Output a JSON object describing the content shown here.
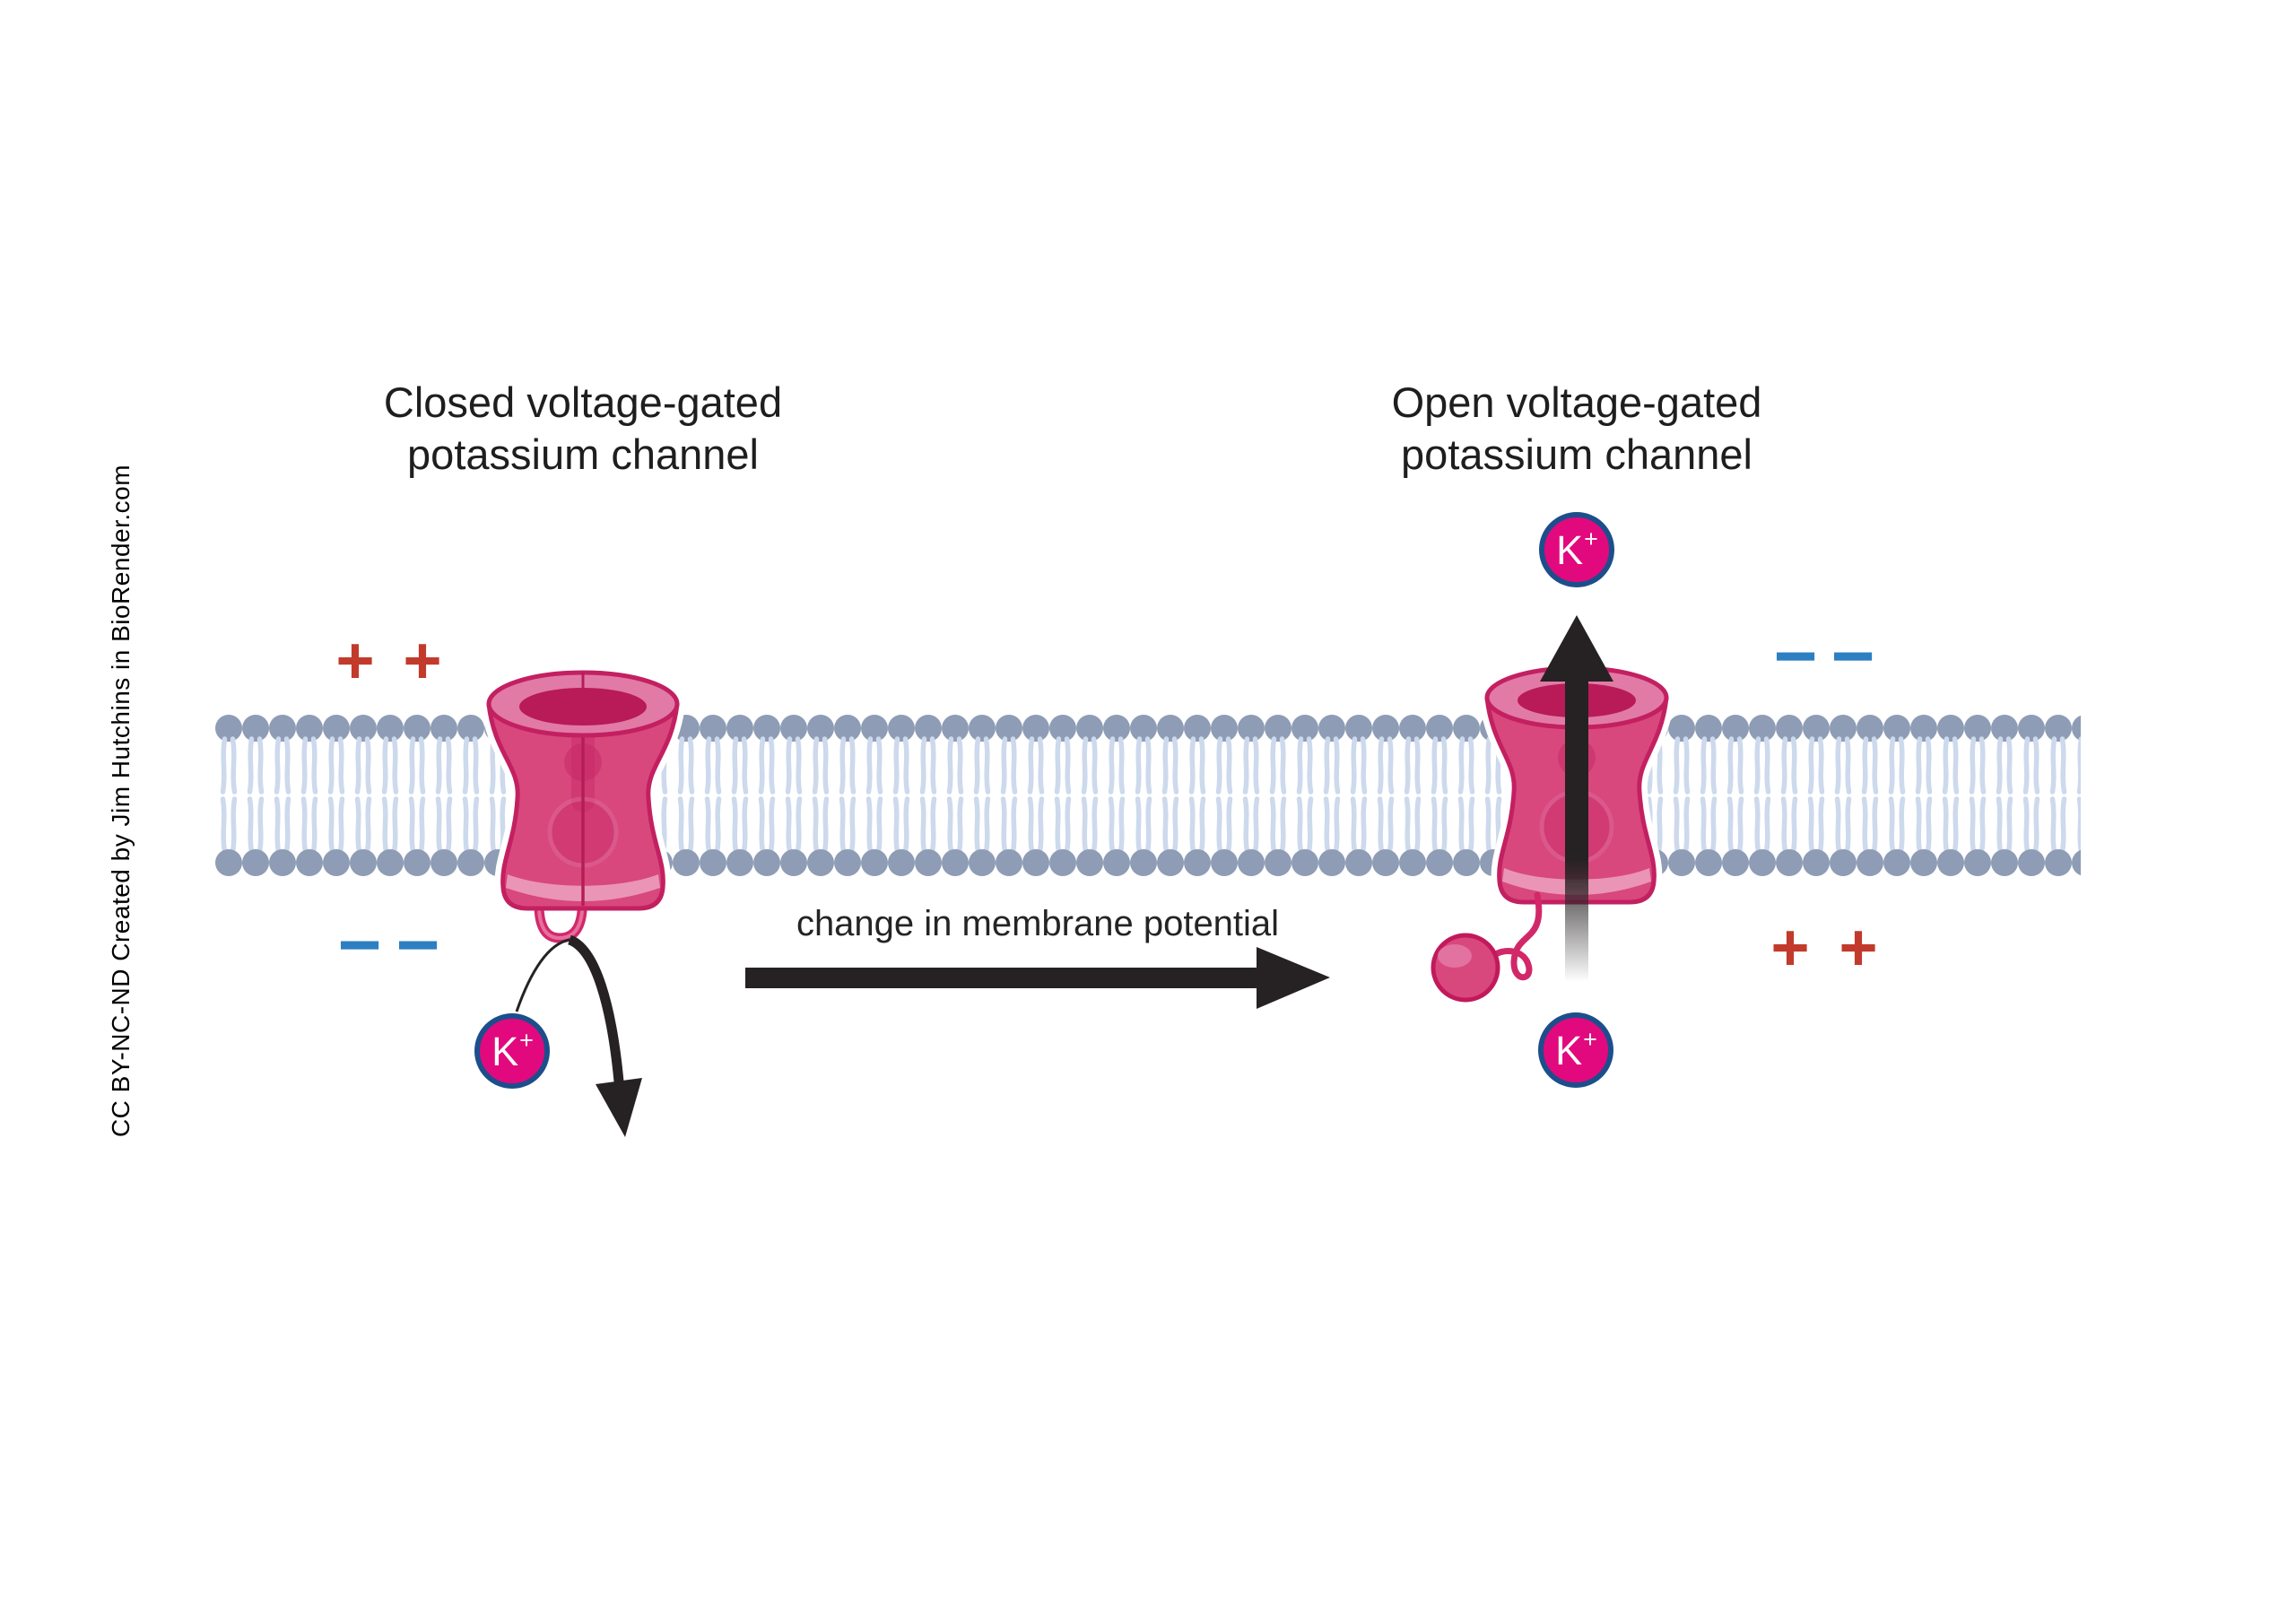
{
  "credit": "CC BY-NC-ND Created by Jim Hutchins in BioRender.com",
  "closed_panel": {
    "title_line1": "Closed voltage-gated",
    "title_line2": "potassium channel",
    "extracellular_charges": [
      "+",
      "+"
    ],
    "intracellular_charges": [
      "−",
      "−"
    ]
  },
  "open_panel": {
    "title_line1": "Open voltage-gated",
    "title_line2": "potassium channel",
    "extracellular_charges": [
      "−",
      "−"
    ],
    "intracellular_charges": [
      "+",
      "+"
    ]
  },
  "transition": {
    "label": "change in membrane potential"
  },
  "ion": {
    "symbol": "K",
    "charge": "+"
  },
  "colors": {
    "plus_red": "#c23a2c",
    "minus_blue": "#2e7fc1",
    "lipid_head": "#8e9cb5",
    "lipid_tail": "#cdd9ec",
    "channel_pink": "#d8487d",
    "channel_outline": "#c32061",
    "ion_fill": "#e2097e",
    "ion_border": "#1d4e8c",
    "arrow_black": "#262223"
  }
}
